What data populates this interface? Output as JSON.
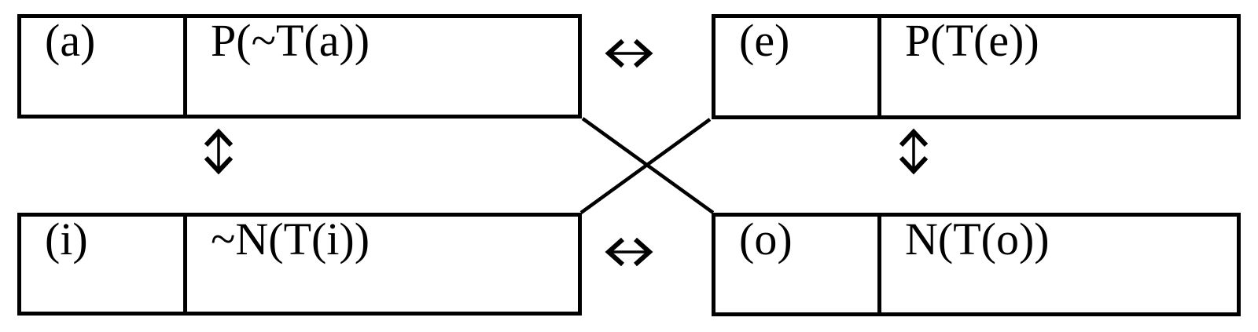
{
  "diagram": {
    "boxes": {
      "a": {
        "label": "(a)",
        "formula": "P(~T(a))"
      },
      "e": {
        "label": "(e)",
        "formula": "P(T(e))"
      },
      "i": {
        "label": "(i)",
        "formula": "~N(T(i))"
      },
      "o": {
        "label": "(o)",
        "formula": "N(T(o))"
      }
    },
    "arrows": {
      "top_horizontal": "↔",
      "bottom_horizontal": "↔",
      "left_vertical": "↕",
      "right_vertical": "↕"
    },
    "diagonal_connections": [
      "a–o",
      "e–i"
    ],
    "colors": {
      "foreground": "#000000",
      "background": "#ffffff"
    }
  }
}
